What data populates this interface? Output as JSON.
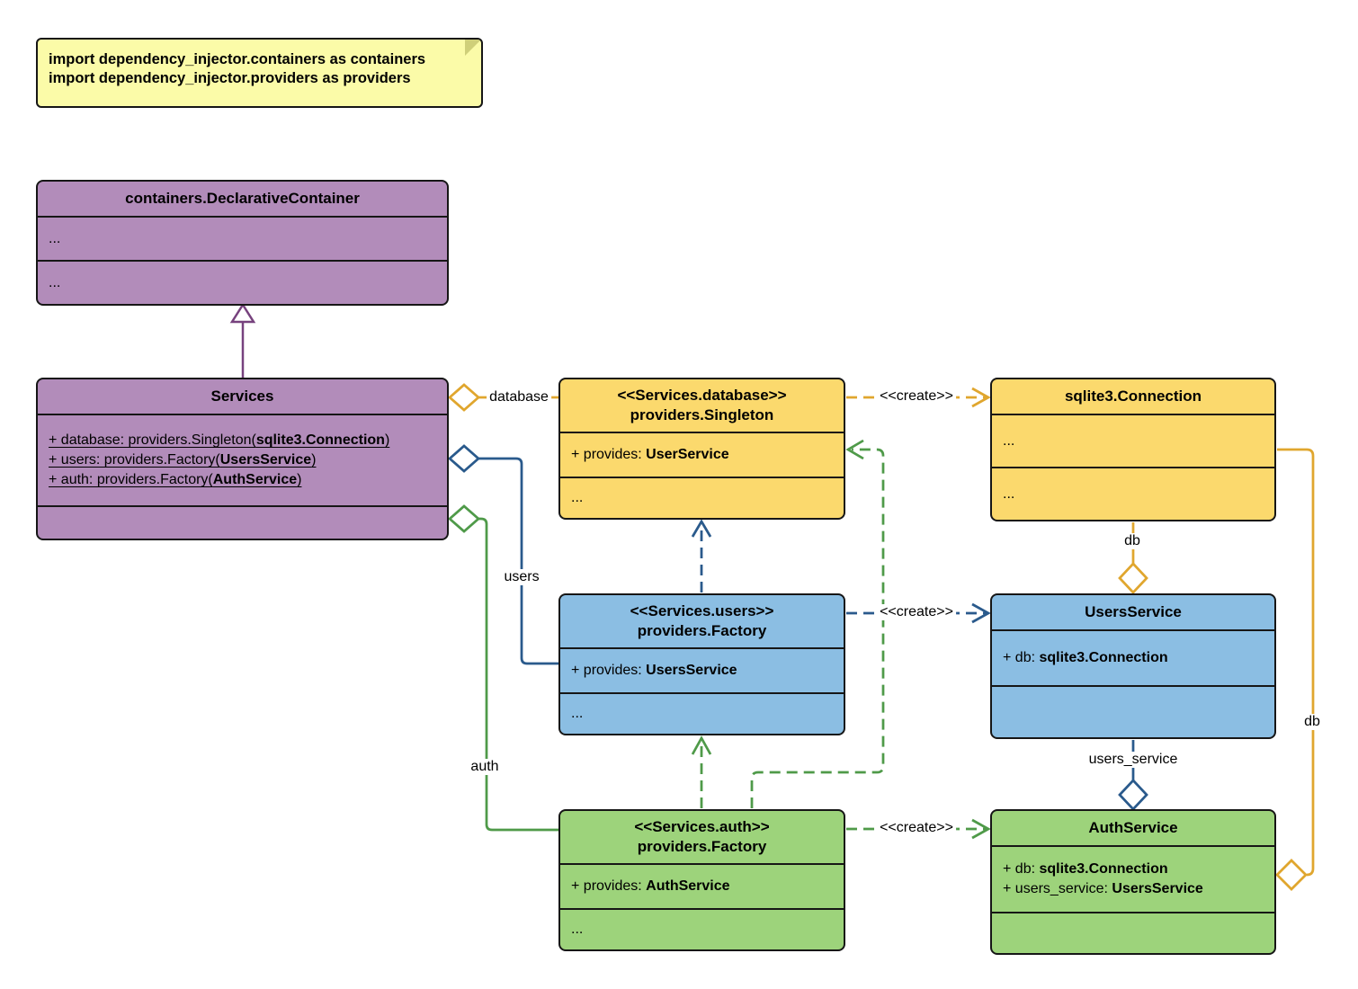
{
  "note": {
    "lines": [
      "import dependency_injector.containers as containers",
      "import dependency_injector.providers as providers"
    ]
  },
  "classes": {
    "declarative_container": {
      "title": "containers.DeclarativeContainer",
      "rows": [
        "...",
        "..."
      ]
    },
    "services": {
      "title": "Services",
      "attributes": [
        {
          "pre": "+ database: providers.Singleton(",
          "type": "sqlite3.Connection",
          "post": ")"
        },
        {
          "pre": "+ users: providers.Factory(",
          "type": "UsersService",
          "post": ")"
        },
        {
          "pre": "+ auth: providers.Factory(",
          "type": "AuthService",
          "post": ")"
        }
      ]
    },
    "database_singleton": {
      "stereotype": "<<Services.database>>",
      "title": "providers.Singleton",
      "provides": {
        "pre": "+ provides: ",
        "type": "UserService"
      },
      "more": "..."
    },
    "sqlite_connection": {
      "title": "sqlite3.Connection",
      "rows": [
        "...",
        "..."
      ]
    },
    "users_factory": {
      "stereotype": "<<Services.users>>",
      "title": "providers.Factory",
      "provides": {
        "pre": "+ provides: ",
        "type": "UsersService"
      },
      "more": "..."
    },
    "users_service": {
      "title": "UsersService",
      "attributes": [
        {
          "pre": "+ db: ",
          "type": "sqlite3.Connection"
        }
      ]
    },
    "auth_factory": {
      "stereotype": "<<Services.auth>>",
      "title": "providers.Factory",
      "provides": {
        "pre": "+ provides: ",
        "type": "AuthService"
      },
      "more": "..."
    },
    "auth_service": {
      "title": "AuthService",
      "attributes": [
        {
          "pre": "+ db: ",
          "type": "sqlite3.Connection"
        },
        {
          "pre": "+ users_service: ",
          "type": "UsersService"
        }
      ]
    }
  },
  "edges": {
    "database": "database",
    "users": "users",
    "auth": "auth",
    "create_database": "<<create>>",
    "create_users": "<<create>>",
    "create_auth": "<<create>>",
    "db_users": "db",
    "users_service": "users_service",
    "db_auth": "db"
  },
  "colors": {
    "class_purple": "#B28CBA",
    "class_yellow": "#FBD96D",
    "class_blue": "#8BBEE3",
    "class_green": "#9DD37B",
    "edge_yellow": "#E0A62E",
    "edge_blue": "#2A5A8C",
    "edge_green": "#4F9A49",
    "edge_purple": "#77427E",
    "note_yellow": "#FBFBA8"
  }
}
